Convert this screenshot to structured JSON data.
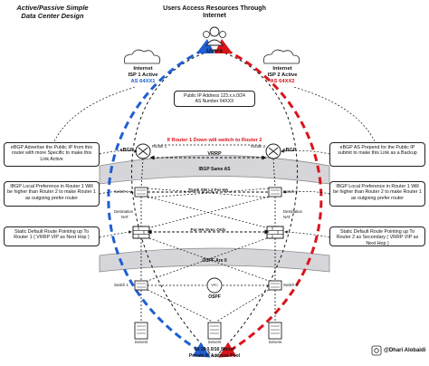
{
  "title": {
    "line1": "Active/Passive Simple",
    "line2": "Data Center Design"
  },
  "header": {
    "line1": "Users Access Resources Through",
    "line2": "Internet"
  },
  "users": "Users",
  "isp1": {
    "line1": "Internet",
    "line2": "ISP 1 Active",
    "as": "AS 64XX1"
  },
  "isp2": {
    "line1": "Internet",
    "line2": "ISP 2 Active",
    "as": "AS 64XX2"
  },
  "public_ip": {
    "line1": "Public IP Address 123.x.x.0/24",
    "line2": "AS Number 64XXX"
  },
  "failover": "If Router 1 Down will switch to Router 2",
  "routers": {
    "r1": "Router 1",
    "r2": "Router 2"
  },
  "ebgp_left": "eBGP",
  "ebgp_right": "eBGP",
  "vrrp": "VRRP",
  "ibgp": "IBGP Same AS",
  "switches": {
    "s1": "Switch 1",
    "s2": "Switch 2"
  },
  "trunk": "Trunk SW L2 For HA",
  "destination_nat_left": {
    "line1": "Destination",
    "line2": "NAT"
  },
  "destination_nat_right": {
    "line1": "Destination",
    "line2": "NAT"
  },
  "ha_sync": "For HA Sync Only",
  "ospf_area": "OSPF Are 0",
  "vpc": "VPC",
  "ospf": "OSPF",
  "core_switches": {
    "s1": "Switch 1",
    "s2": "Switch 2"
  },
  "servers": [
    "Servers",
    "Servers",
    "Servers"
  ],
  "server_pool": {
    "line1": "10.10.0.0/16 Server",
    "line2": "Private IP Address Pool"
  },
  "notes_left": [
    "eBGP Advertise the Public IP from this router with more Specific to make this Link Active",
    "IBGP Local Preference in Router 1 Will be higher than Router 2 to make Router 1 as outgoing prefer router",
    "Static Default Route Pointing up To Router 1 ( VRRP VIP as Next Hop )"
  ],
  "notes_right": [
    "eBGP AS Prepend for the Public IP submit to make this Link as a Backup",
    "IBGP Local Preference in Router 1 Will be higher than Router 2 to make Router 1 as outgoing prefer router",
    "Static Default Route Pointing up To Router 2 as Secondary ( VRRP VIP as Next Hop )"
  ],
  "author": "@Dhari Alobaidi",
  "colors": {
    "active": "#1f5fd1",
    "backup": "#d9141b",
    "zone": "#d6d6da"
  }
}
